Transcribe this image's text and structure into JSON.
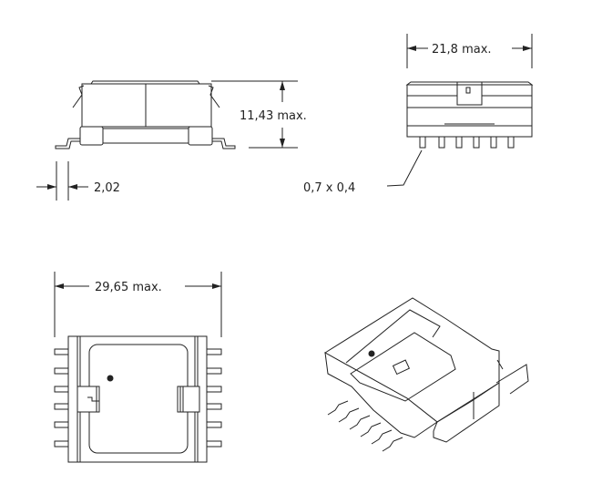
{
  "dimensions": {
    "height": "11,43 max.",
    "width_front": "21,8 max.",
    "lead_pitch": "2,02",
    "pin_size": "0,7 x 0,4",
    "length_top": "29,65 max."
  },
  "colors": {
    "line": "#222222",
    "background": "#ffffff"
  }
}
